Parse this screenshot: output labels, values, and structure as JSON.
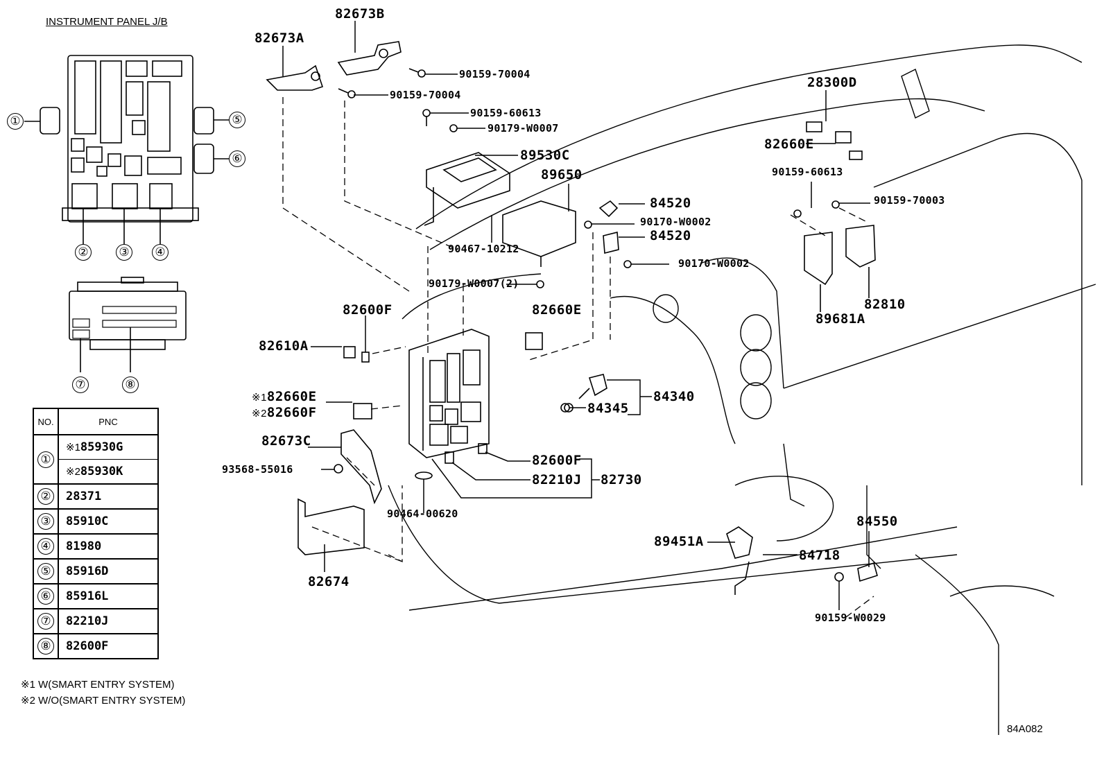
{
  "diagram": {
    "title": "INSTRUMENT PANEL J/B",
    "figure_code": "84A082",
    "jb_callouts": [
      "1",
      "2",
      "3",
      "4",
      "5",
      "6",
      "7",
      "8"
    ],
    "callout_glyphs": [
      "①",
      "②",
      "③",
      "④",
      "⑤",
      "⑥",
      "⑦",
      "⑧"
    ],
    "table": {
      "headers": {
        "no": "NO.",
        "pnc": "PNC"
      },
      "rows": [
        {
          "no": "①",
          "entries": [
            {
              "mark": "※1",
              "pnc": "85930G"
            },
            {
              "mark": "※2",
              "pnc": "85930K"
            }
          ]
        },
        {
          "no": "②",
          "pnc": "28371"
        },
        {
          "no": "③",
          "pnc": "85910C"
        },
        {
          "no": "④",
          "pnc": "81980"
        },
        {
          "no": "⑤",
          "pnc": "85916D"
        },
        {
          "no": "⑥",
          "pnc": "85916L"
        },
        {
          "no": "⑦",
          "pnc": "82210J"
        },
        {
          "no": "⑧",
          "pnc": "82600F"
        }
      ]
    },
    "notes": [
      "※1 W(SMART ENTRY SYSTEM)",
      "※2 W/O(SMART ENTRY SYSTEM)"
    ],
    "part_labels": {
      "p82673B": "82673B",
      "p82673A": "82673A",
      "p90159_70004_a": "90159-70004",
      "p90159_70004_b": "90159-70004",
      "p90159_60613_a": "90159-60613",
      "p90179_W0007": "90179-W0007",
      "p89530C": "89530C",
      "p89650": "89650",
      "p84520_a": "84520",
      "p90170_W0002_a": "90170-W0002",
      "p84520_b": "84520",
      "p90170_W0002_b": "90170-W0002",
      "p90467_10212": "90467-10212",
      "p90179_W0007_2": "90179-W0007(2)",
      "p28300D": "28300D",
      "p82660E_top": "82660E",
      "p90159_60613_b": "90159-60613",
      "p90159_70003": "90159-70003",
      "p89681A": "89681A",
      "p82810": "82810",
      "p82600F_top": "82600F",
      "p82660E_mid": "82660E",
      "p82610A": "82610A",
      "p82660E_m1_mark": "※1",
      "p82660E_m1": "82660E",
      "p82660F_m2_mark": "※2",
      "p82660F_m2": "82660F",
      "p82673C": "82673C",
      "p93568_55016": "93568-55016",
      "p82600F_bot": "82600F",
      "p82210J": "82210J",
      "p82730": "82730",
      "p90464_00620": "90464-00620",
      "p82674": "82674",
      "p84340": "84340",
      "p84345": "84345",
      "p89451A": "89451A",
      "p84718": "84718",
      "p84550": "84550",
      "p90159_W0029": "90159-W0029"
    }
  }
}
